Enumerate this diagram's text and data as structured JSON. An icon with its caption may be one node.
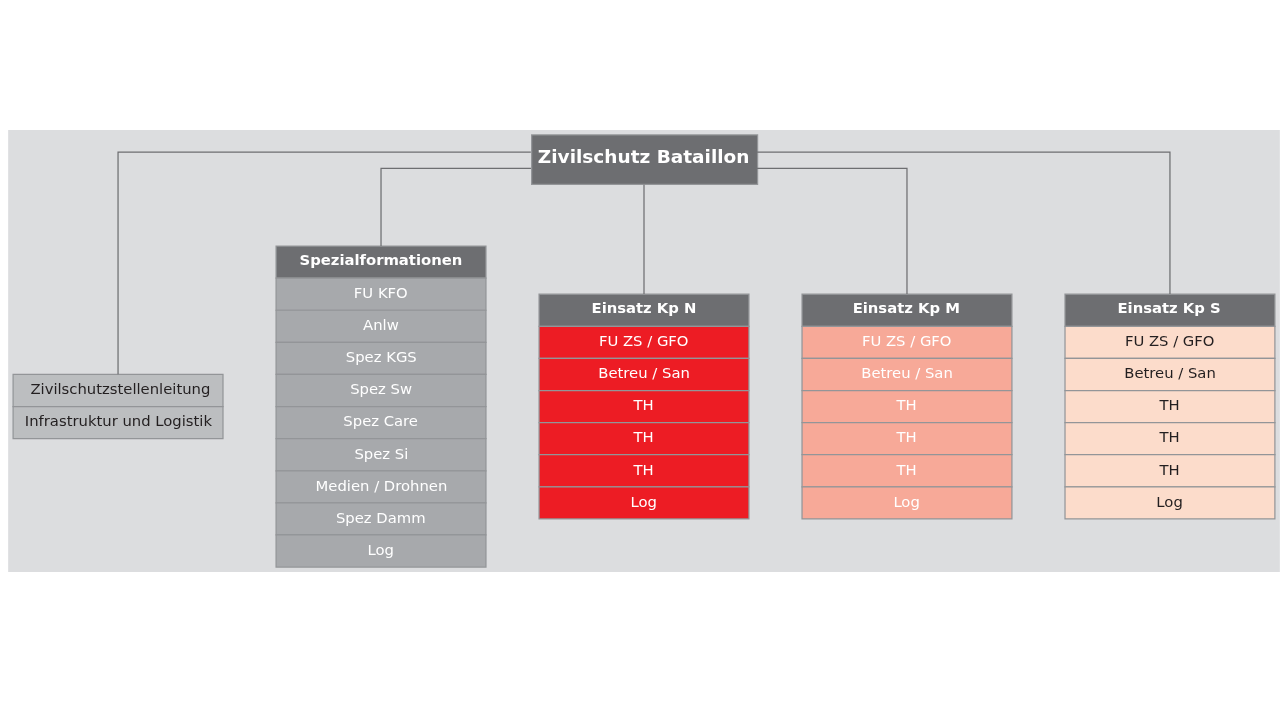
{
  "diagram": {
    "nodes": [
      {
        "text": [
          "Zivilschutz Bataillon"
        ]
      },
      {
        "text": [
          "Zivilschutzstellenleitung",
          "Infrastruktur und Logistik"
        ]
      },
      {
        "text": [
          "Spezialformationen",
          "FU KFO",
          "Anlw",
          "Spez KGS",
          "Spez Sw",
          "Spez Care",
          "Spez Si",
          "Medien / Drohnen",
          "Spez Damm",
          "Log"
        ]
      },
      {
        "text": [
          "Einsatz Kp N",
          "FU ZS / GFO",
          "Betreu / San",
          "TH",
          "TH",
          "TH",
          "Log"
        ]
      },
      {
        "text": [
          "Einsatz Kp M",
          "FU ZS / GFO",
          "Betreu / San",
          "TH",
          "TH",
          "TH",
          "Log"
        ]
      },
      {
        "text": [
          "Einsatz Kp S",
          "FU ZS / GFO",
          "Betreu / San",
          "TH",
          "TH",
          "TH",
          "Log"
        ]
      }
    ],
    "edges": [
      {
        "from": 0,
        "to": 1,
        "arrow": "none"
      },
      {
        "from": 0,
        "to": 2,
        "arrow": "none"
      },
      {
        "from": 0,
        "to": 3,
        "arrow": "none"
      },
      {
        "from": 0,
        "to": 4,
        "arrow": "none"
      },
      {
        "from": 0,
        "to": 5,
        "arrow": "none"
      }
    ]
  }
}
